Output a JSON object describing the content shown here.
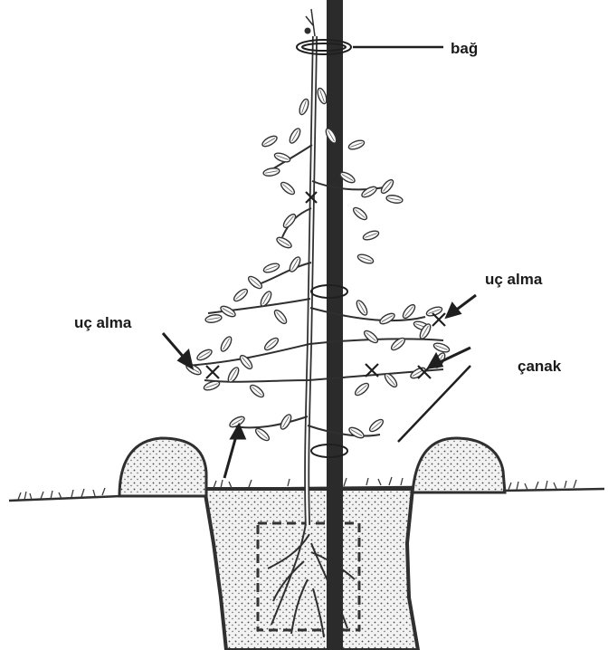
{
  "diagram": {
    "labels": {
      "tie": "bağ",
      "tip_pruning_right": "uç alma",
      "tip_pruning_left": "uç alma",
      "basin": "çanak"
    },
    "colors": {
      "ink": "#2f2f2f",
      "soil_fill": "#ececec",
      "background": "#ffffff"
    }
  }
}
